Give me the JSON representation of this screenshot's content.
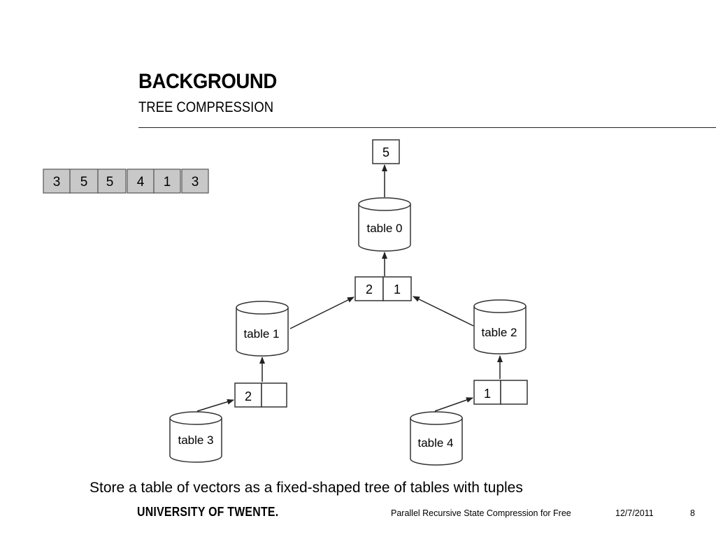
{
  "slide": {
    "title": "BACKGROUND",
    "subtitle": "TREE COMPRESSION",
    "caption": "Store a table of vectors as a fixed-shaped tree of tables with tuples"
  },
  "vector": [
    "3",
    "5",
    "5",
    "4",
    "1",
    "3"
  ],
  "diagram": {
    "root_value": "5",
    "tables": {
      "t0": "table 0",
      "t1": "table 1",
      "t2": "table 2",
      "t3": "table 3",
      "t4": "table 4"
    },
    "root_tuple": [
      "2",
      "1"
    ],
    "left_tuple": [
      "2",
      ""
    ],
    "right_tuple": [
      "1",
      ""
    ]
  },
  "footer": {
    "university": "UNIVERSITY OF TWENTE.",
    "presentation": "Parallel Recursive State Compression for Free",
    "date": "12/7/2011",
    "page": "8"
  }
}
